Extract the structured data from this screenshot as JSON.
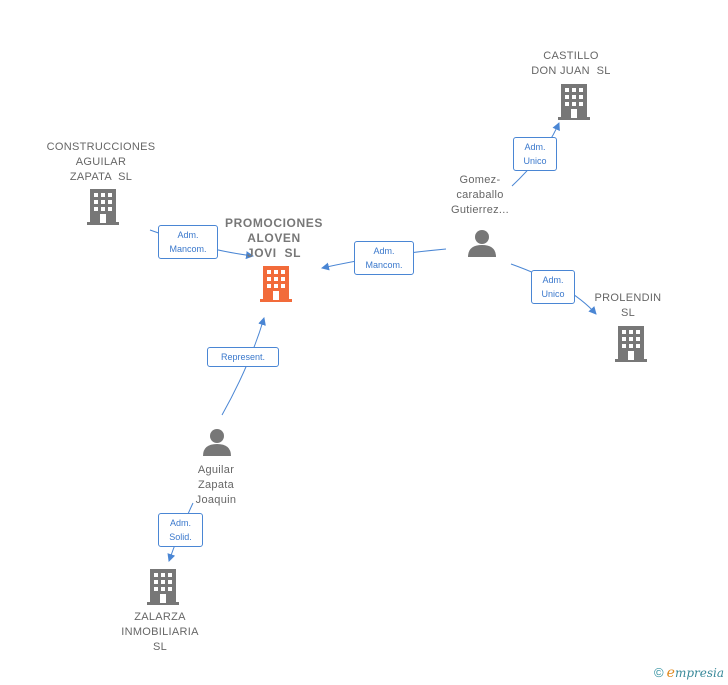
{
  "colors": {
    "node_gray": "#777777",
    "main_node": "#f26b3a",
    "edge": "#4a86d4",
    "text": "#666666"
  },
  "nodes": {
    "main": {
      "lines": [
        "PROMOCIONES",
        "ALOVEN",
        "JOVI  SL"
      ],
      "icon": "building-icon"
    },
    "construcciones": {
      "lines": [
        "CONSTRUCCIONES",
        "AGUILAR",
        "ZAPATA  SL"
      ],
      "icon": "building-icon"
    },
    "castillo": {
      "lines": [
        "CASTILLO",
        "DON JUAN  SL"
      ],
      "icon": "building-icon"
    },
    "prolendin": {
      "lines": [
        "PROLENDIN",
        "SL"
      ],
      "icon": "building-icon"
    },
    "zalarza": {
      "lines": [
        "ZALARZA",
        "INMOBILIARIA",
        "SL"
      ],
      "icon": "building-icon"
    },
    "gomez": {
      "lines": [
        "Gomez-",
        "caraballo",
        "Gutierrez..."
      ],
      "icon": "person-icon"
    },
    "aguilar": {
      "lines": [
        "Aguilar",
        "Zapata",
        "Joaquin"
      ],
      "icon": "person-icon"
    }
  },
  "edges": {
    "construcciones_main": [
      "Adm.",
      "Mancom."
    ],
    "gomez_main": [
      "Adm.",
      "Mancom."
    ],
    "gomez_castillo": [
      "Adm.",
      "Unico"
    ],
    "gomez_prolendin": [
      "Adm.",
      "Unico"
    ],
    "aguilar_main": [
      "Represent."
    ],
    "aguilar_zalarza": [
      "Adm.",
      "Solid."
    ]
  },
  "footer": {
    "copyright": "©",
    "brand_initial": "e",
    "brand_rest": "mpresia"
  }
}
